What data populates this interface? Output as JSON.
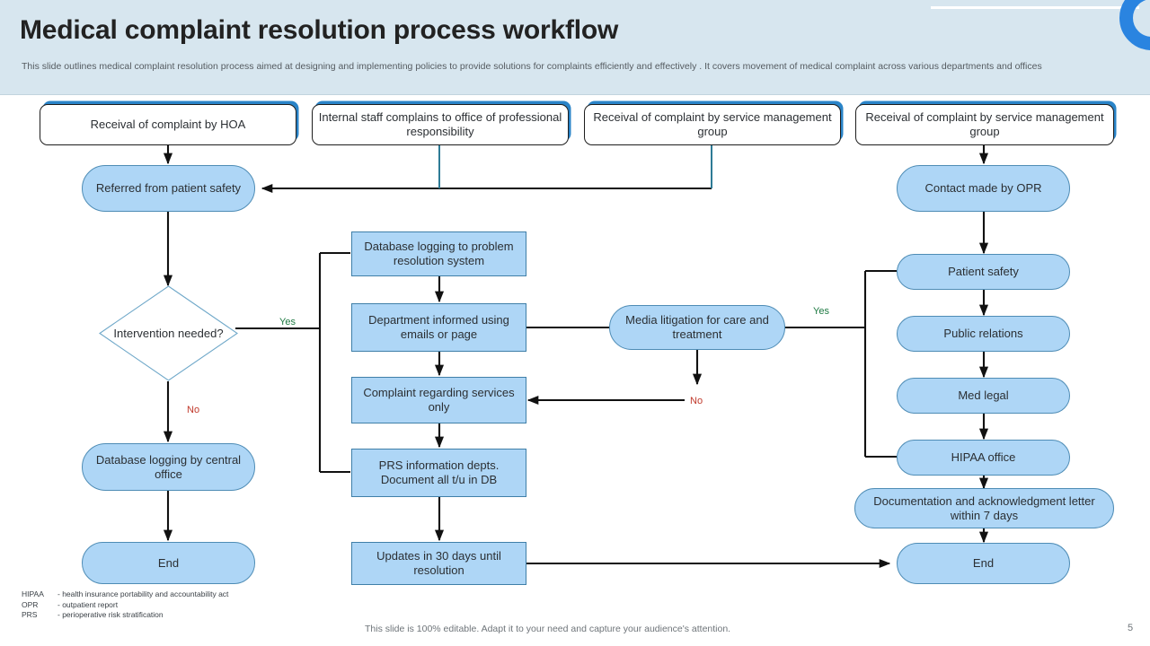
{
  "header": {
    "title": "Medical complaint resolution process workflow",
    "subtitle": "This slide outlines medical complaint resolution process aimed at designing and implementing policies to provide solutions for complaints efficiently and effectively .  It covers movement of medical complaint across various departments and offices",
    "accent_color": "#2a84e0",
    "background_color": "#d7e6ef",
    "logo_icon": "blue-ring-logo-icon"
  },
  "flow": {
    "top_row": [
      {
        "id": "intake-hoa",
        "label": "Receival of complaint by HOA"
      },
      {
        "id": "intake-internal-staff",
        "label": "Internal staff complains to office of professional responsibility"
      },
      {
        "id": "intake-service-mgmt-1",
        "label": "Receival of complaint by service management group"
      },
      {
        "id": "intake-service-mgmt-2",
        "label": "Receival of complaint by service management group"
      }
    ],
    "left_column": [
      {
        "id": "referred-patient-safety",
        "label": "Referred from patient safety",
        "shape": "pill"
      },
      {
        "id": "intervention-needed",
        "label": "Intervention needed?",
        "shape": "diamond"
      },
      {
        "id": "database-logging-central",
        "label": "Database logging by central office",
        "shape": "pill"
      },
      {
        "id": "end-left",
        "label": "End",
        "shape": "pill"
      }
    ],
    "center_column": [
      {
        "id": "database-logging-prs",
        "label": "Database logging to problem resolution system",
        "shape": "rect"
      },
      {
        "id": "department-informed",
        "label": "Department informed using emails or page",
        "shape": "rect"
      },
      {
        "id": "complaint-services-only",
        "label": "Complaint regarding services only",
        "shape": "rect"
      },
      {
        "id": "prs-information-depts",
        "label": "PRS information depts. Document all t/u in DB",
        "shape": "rect"
      },
      {
        "id": "updates-30-days",
        "label": "Updates in 30 days until resolution",
        "shape": "rect"
      }
    ],
    "middle_node": {
      "id": "media-litigation",
      "label": "Media litigation for care and treatment",
      "shape": "pill"
    },
    "right_column": [
      {
        "id": "contact-opr",
        "label": "Contact made by OPR",
        "shape": "pill"
      },
      {
        "id": "patient-safety",
        "label": "Patient safety",
        "shape": "pill"
      },
      {
        "id": "public-relations",
        "label": "Public relations",
        "shape": "pill"
      },
      {
        "id": "med-legal",
        "label": "Med legal",
        "shape": "pill"
      },
      {
        "id": "hipaa-office",
        "label": "HIPAA office",
        "shape": "pill"
      },
      {
        "id": "documentation-ack",
        "label": "Documentation and acknowledgment letter within 7 days",
        "shape": "pill"
      },
      {
        "id": "end-right",
        "label": "End",
        "shape": "pill"
      }
    ],
    "edge_labels": {
      "intervention_yes": "Yes",
      "intervention_no": "No",
      "media_yes": "Yes",
      "media_no": "No"
    },
    "node_fill": "#aed6f6",
    "node_stroke": "#4e8cb5",
    "yes_color": "#1f7a43",
    "no_color": "#c0392b"
  },
  "legend": [
    {
      "key": "HIPAA",
      "value": "- health insurance portability and accountability act"
    },
    {
      "key": "OPR",
      "value": "- outpatient report"
    },
    {
      "key": "PRS",
      "value": "- perioperative risk stratification"
    }
  ],
  "footer": {
    "note": "This slide is 100% editable. Adapt it to your need and capture your audience's attention.",
    "page_number": "5"
  }
}
